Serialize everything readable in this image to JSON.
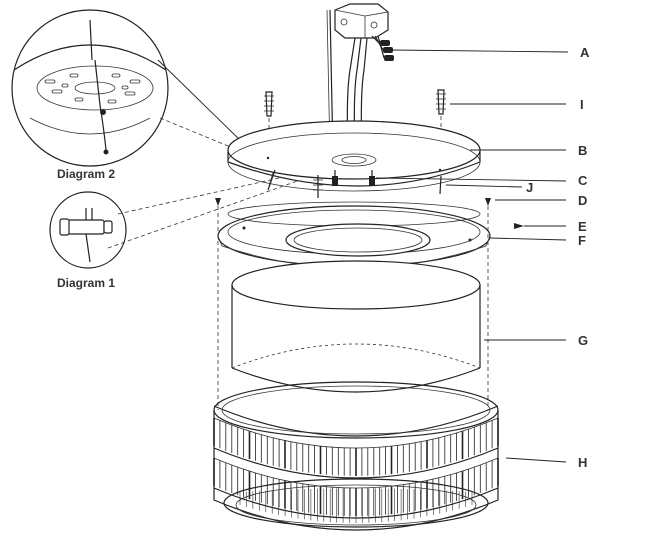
{
  "part_labels": {
    "a": "A",
    "i": "I",
    "b": "B",
    "c": "C",
    "j": "J",
    "d": "D",
    "e": "E",
    "f": "F",
    "g": "G",
    "h": "H"
  },
  "inset_labels": {
    "diagram_2": "Diagram 2",
    "diagram_1": "Diagram 1"
  },
  "colors": {
    "line": "#222222",
    "label": "#333333",
    "background": "#ffffff"
  }
}
